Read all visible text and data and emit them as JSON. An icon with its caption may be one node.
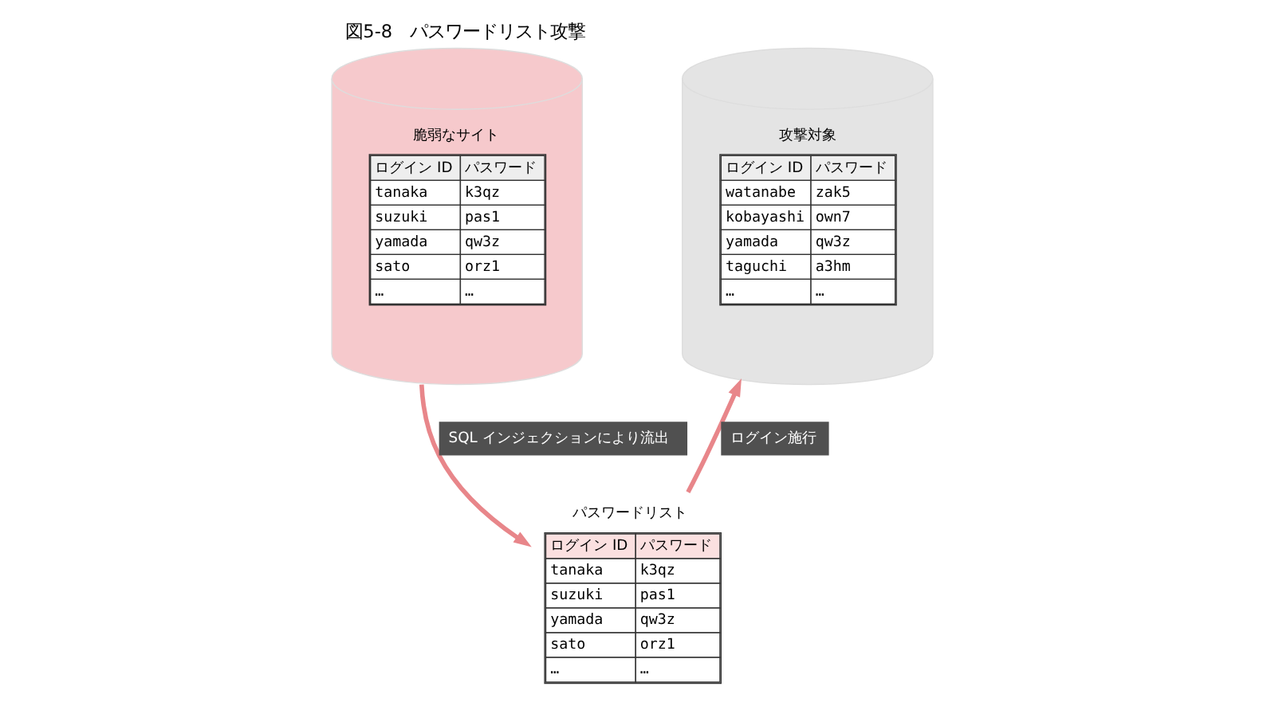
{
  "diagram": {
    "title": "図5-8　パスワードリスト攻撃",
    "nodes": [
      {
        "text": [
          "脆弱なサイト",
          "ログイン ID",
          "パスワード",
          "tanaka",
          "k3qz",
          "suzuki",
          "pas1",
          "yamada",
          "qw3z",
          "sato",
          "orz1",
          "…",
          "…"
        ]
      },
      {
        "text": [
          "攻撃対象",
          "ログイン ID",
          "パスワード",
          "watanabe",
          "zak5",
          "kobayashi",
          "own7",
          "yamada",
          "qw3z",
          "taguchi",
          "a3hm",
          "…",
          "…"
        ]
      },
      {
        "text": [
          "パスワードリスト",
          "ログイン ID",
          "パスワード",
          "tanaka",
          "k3qz",
          "suzuki",
          "pas1",
          "yamada",
          "qw3z",
          "sato",
          "orz1",
          "…",
          "…"
        ]
      }
    ],
    "edges": [
      {
        "from": 0,
        "to": 2,
        "arrow": "to",
        "label": "SQL インジェクションにより流出"
      },
      {
        "from": 2,
        "to": 1,
        "arrow": "to",
        "label": "ログイン施行"
      }
    ]
  }
}
